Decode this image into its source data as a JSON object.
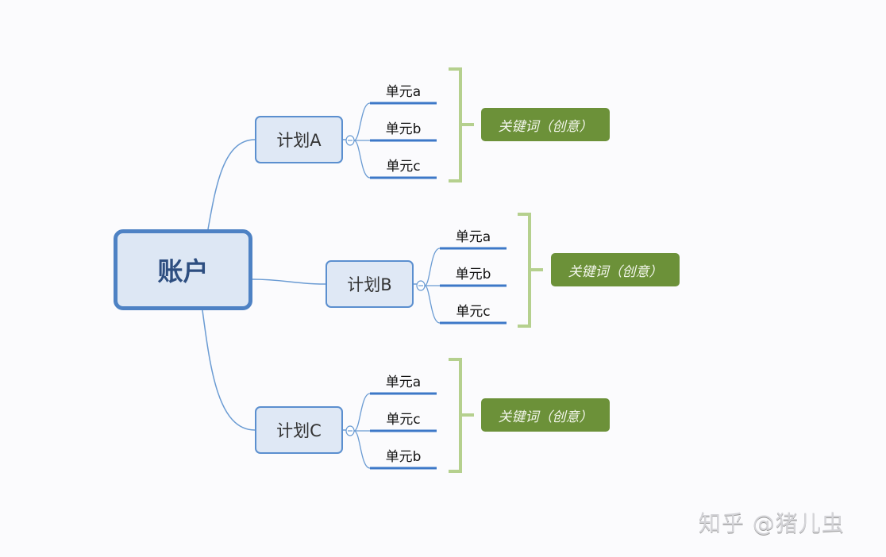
{
  "root": {
    "label": "账户"
  },
  "plans": [
    {
      "label": "计划A",
      "units": [
        "单元a",
        "单元b",
        "单元c"
      ],
      "keyword": "关键词（创意）"
    },
    {
      "label": "计划B",
      "units": [
        "单元a",
        "单元b",
        "单元c"
      ],
      "keyword": "关键词（创意）"
    },
    {
      "label": "计划C",
      "units": [
        "单元a",
        "单元c",
        "单元b"
      ],
      "keyword": "关键词（创意）"
    }
  ],
  "watermark": "知乎 @猪儿虫",
  "colors": {
    "line": "#6a9bd3",
    "unit_line": "#3d78c8",
    "bracket": "#b5d08e",
    "keyword_bg": "#6c9139",
    "root_border": "#4e82c4"
  }
}
